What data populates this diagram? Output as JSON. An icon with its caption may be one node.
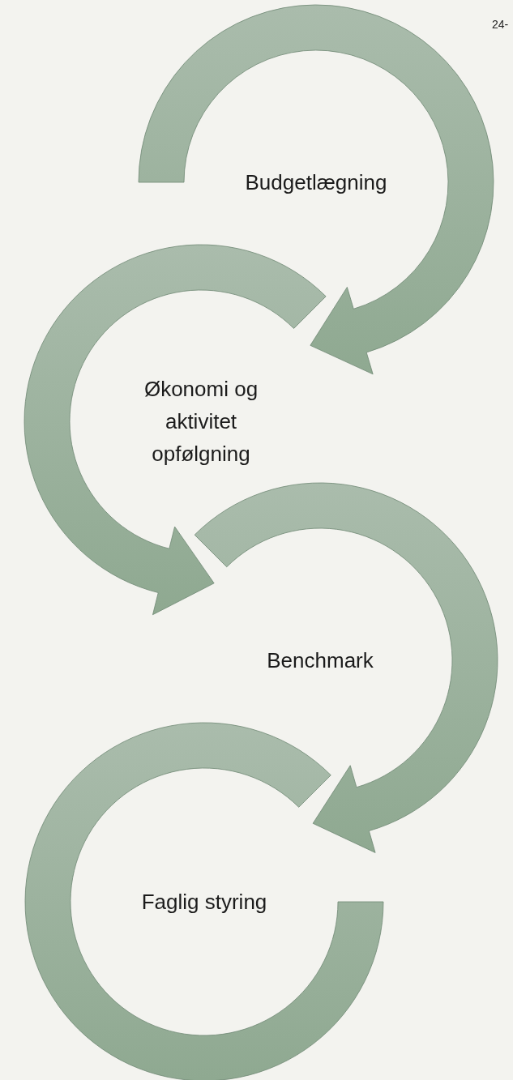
{
  "diagram": {
    "nodes": [
      {
        "text": [
          "Budgetlægning"
        ]
      },
      {
        "text": [
          "Økonomi og aktivitet opfølgning"
        ]
      },
      {
        "text": [
          "Benchmark"
        ]
      },
      {
        "text": [
          "Faglig styring"
        ]
      }
    ],
    "edges": [
      {
        "from": 0,
        "to": 1,
        "arrow": "to"
      },
      {
        "from": 1,
        "to": 2,
        "arrow": "to"
      },
      {
        "from": 2,
        "to": 3,
        "arrow": "to"
      }
    ],
    "labels": [
      "24-"
    ]
  }
}
